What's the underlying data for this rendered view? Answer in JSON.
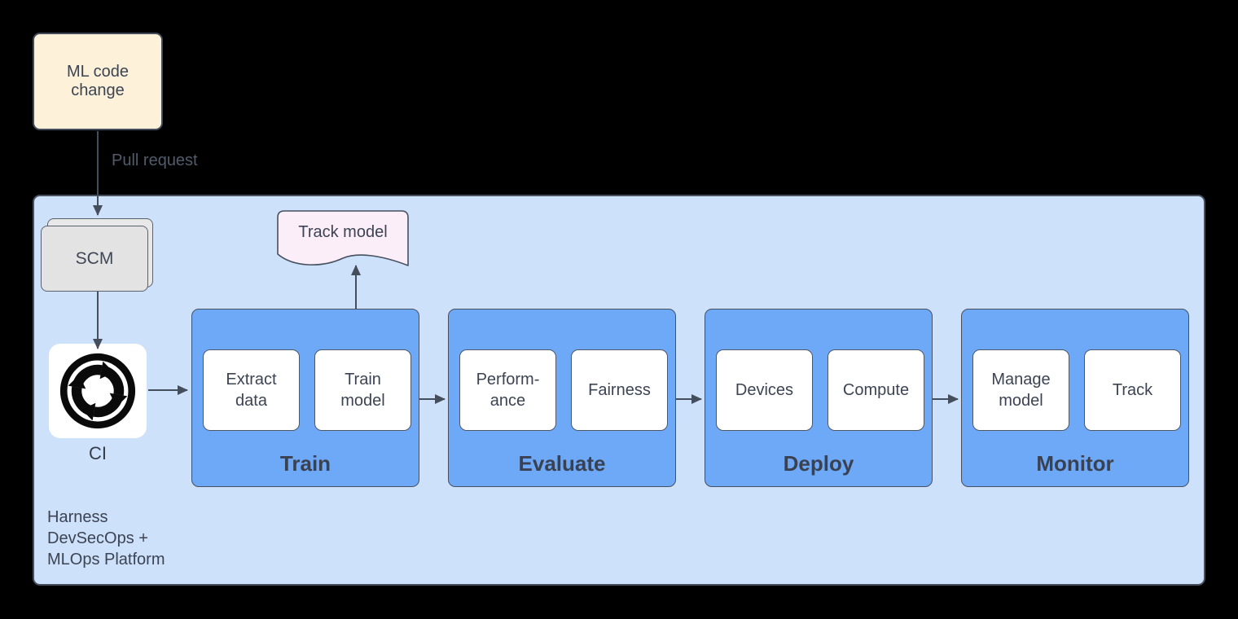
{
  "nodes": {
    "ml_code_change": "ML code\nchange",
    "scm": "SCM",
    "ci": "CI",
    "track_model": "Track model"
  },
  "labels": {
    "pull_request": "Pull request",
    "platform": "Harness\nDevSecOps +\nMLOps Platform"
  },
  "stages": [
    {
      "title": "Train",
      "items": [
        "Extract\ndata",
        "Train\nmodel"
      ]
    },
    {
      "title": "Evaluate",
      "items": [
        "Perform-\nance",
        "Fairness"
      ]
    },
    {
      "title": "Deploy",
      "items": [
        "Devices",
        "Compute"
      ]
    },
    {
      "title": "Monitor",
      "items": [
        "Manage\nmodel",
        "Track"
      ]
    }
  ],
  "icons": {
    "ci": "ci-loop-icon"
  },
  "colors": {
    "canvas_bg": "#000000",
    "platform_fill": "#CEE1FB",
    "stage_fill": "#6EA9F8",
    "white_node_fill": "#FFFFFF",
    "ml_code_fill": "#FDF2D9",
    "scm_fill": "#E3E3E3",
    "track_model_fill": "#FBEEF8",
    "shape_border": "#46505F",
    "text": "#3C4453",
    "stage_title_text": "#3A4150",
    "pull_request_text": "#515B6B",
    "connector": "#454E5D"
  }
}
